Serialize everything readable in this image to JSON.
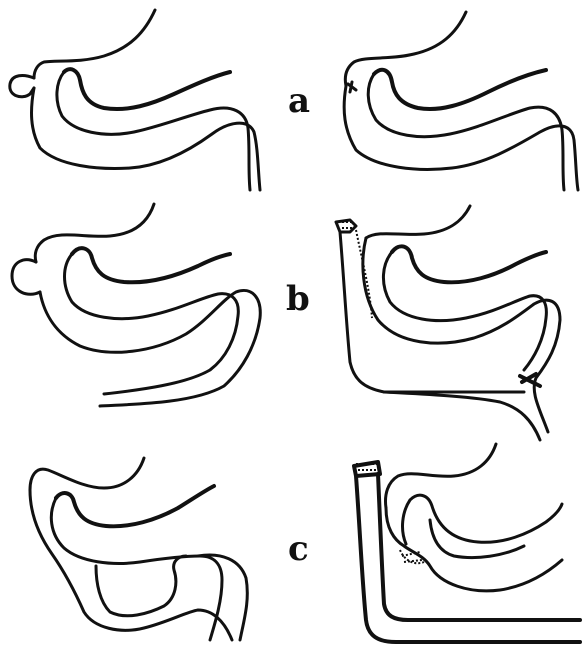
{
  "rows": [
    {
      "label": "a"
    },
    {
      "label": "b"
    },
    {
      "label": "c"
    }
  ],
  "colors": {
    "ink": "#111111",
    "background": "#ffffff"
  }
}
